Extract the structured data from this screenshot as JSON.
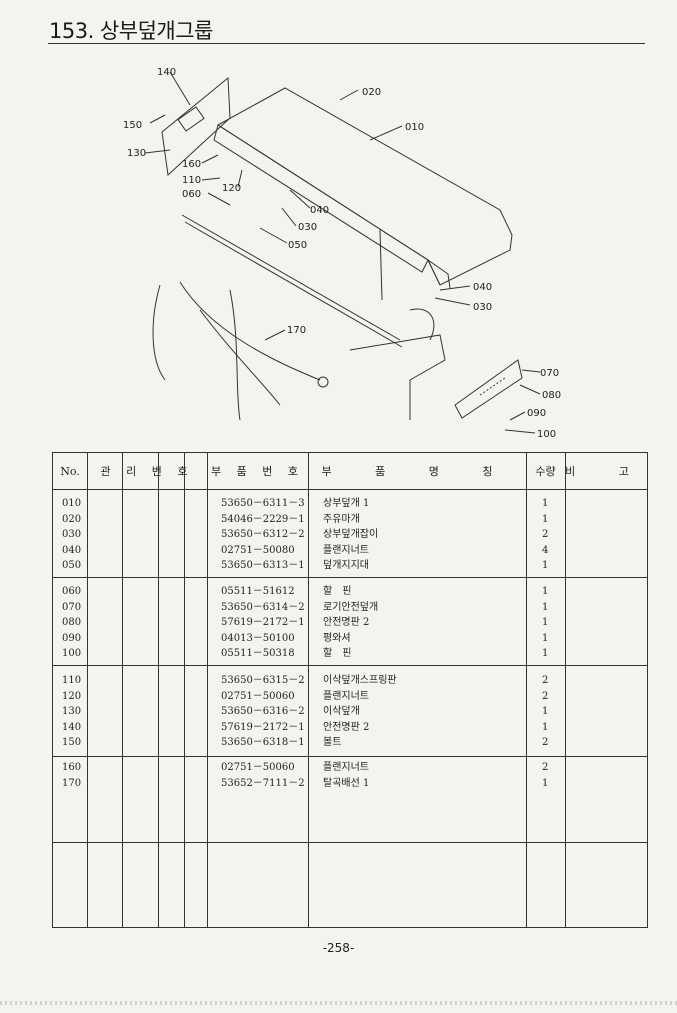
{
  "page": {
    "title": "153. 상부덮개그룹",
    "number": "-258-"
  },
  "diagram": {
    "callouts": [
      "140",
      "150",
      "130",
      "160",
      "110",
      "060",
      "120",
      "020",
      "010",
      "040",
      "030",
      "050",
      "040",
      "030",
      "170",
      "070",
      "080",
      "090",
      "100"
    ]
  },
  "table": {
    "headers": {
      "no": "No.",
      "mgmt": "관 리 번 호",
      "part_number": "부 품 번 호",
      "part_name": "부 품 명 칭",
      "qty": "수량",
      "remark": "비 고"
    },
    "groups": [
      {
        "rows": [
          {
            "no": "010",
            "part_number": "53650－6311－3",
            "name": "상부덮개 1",
            "qty": "1"
          },
          {
            "no": "020",
            "part_number": "54046－2229－1",
            "name": "주유마개",
            "qty": "1"
          },
          {
            "no": "030",
            "part_number": "53650－6312－2",
            "name": "상부덮개잡이",
            "qty": "2"
          },
          {
            "no": "040",
            "part_number": "02751－50080",
            "name": "플랜지너트",
            "qty": "4"
          },
          {
            "no": "050",
            "part_number": "53650－6313－1",
            "name": "덮개지지대",
            "qty": "1"
          }
        ]
      },
      {
        "rows": [
          {
            "no": "060",
            "part_number": "05511－51612",
            "name": "할　핀",
            "qty": "1"
          },
          {
            "no": "070",
            "part_number": "53650－6314－2",
            "name": "로기안전덮개",
            "qty": "1"
          },
          {
            "no": "080",
            "part_number": "57619－2172－1",
            "name": "안전명판 2",
            "qty": "1"
          },
          {
            "no": "090",
            "part_number": "04013－50100",
            "name": "평와셔",
            "qty": "1"
          },
          {
            "no": "100",
            "part_number": "05511－50318",
            "name": "할　핀",
            "qty": "1"
          }
        ]
      },
      {
        "rows": [
          {
            "no": "110",
            "part_number": "53650－6315－2",
            "name": "이삭덮개스프링판",
            "qty": "2"
          },
          {
            "no": "120",
            "part_number": "02751－50060",
            "name": "플랜지너트",
            "qty": "2"
          },
          {
            "no": "130",
            "part_number": "53650－6316－2",
            "name": "이삭덮개",
            "qty": "1"
          },
          {
            "no": "140",
            "part_number": "57619－2172－1",
            "name": "안전명판 2",
            "qty": "1"
          },
          {
            "no": "150",
            "part_number": "53650－6318－1",
            "name": "볼트",
            "qty": "2"
          }
        ]
      },
      {
        "rows": [
          {
            "no": "160",
            "part_number": "02751－50060",
            "name": "플랜지너트",
            "qty": "2"
          },
          {
            "no": "170",
            "part_number": "53652－7111－2",
            "name": "탈곡배선 1",
            "qty": "1"
          }
        ]
      }
    ]
  }
}
